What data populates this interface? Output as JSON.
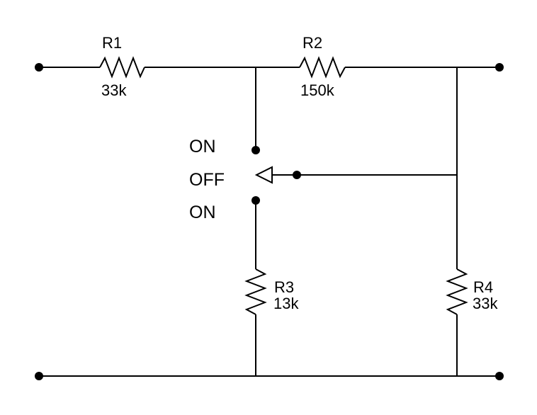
{
  "colors": {
    "wire": "#000000",
    "background": "#ffffff"
  },
  "resistors": [
    {
      "id": "R1",
      "designator": "R1",
      "value": "33k"
    },
    {
      "id": "R2",
      "designator": "R2",
      "value": "150k"
    },
    {
      "id": "R3",
      "designator": "R3",
      "value": "13k"
    },
    {
      "id": "R4",
      "designator": "R4",
      "value": "33k"
    }
  ],
  "switch": {
    "positions": [
      "ON",
      "OFF",
      "ON"
    ]
  }
}
